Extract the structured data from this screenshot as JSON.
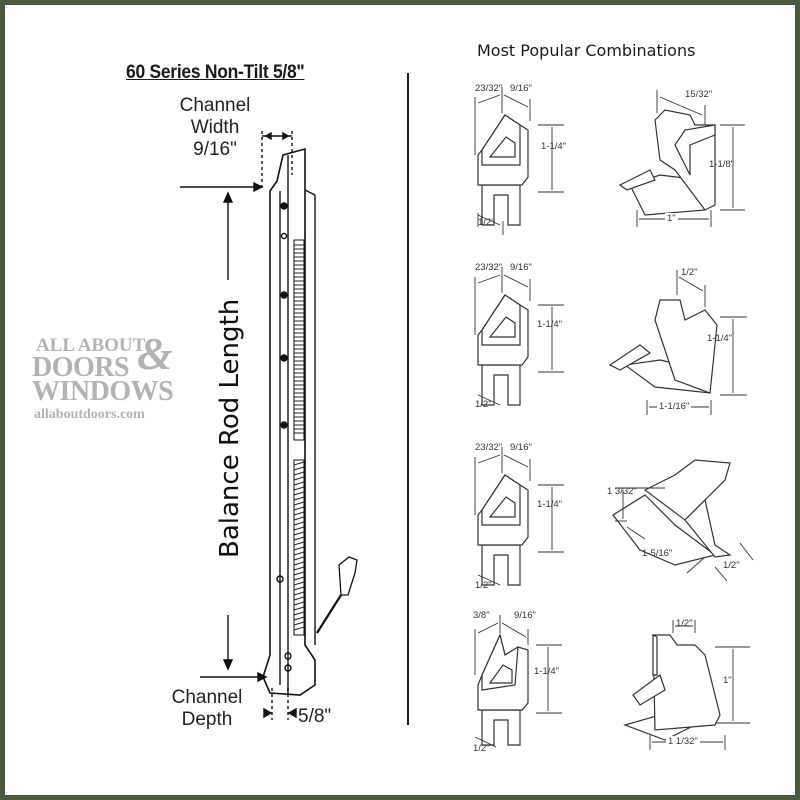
{
  "header": {
    "title": "60 Series Non-Tilt 5/8\"",
    "combinations_title": "Most Popular Combinations"
  },
  "balance_diagram": {
    "channel_width_label_line1": "Channel",
    "channel_width_label_line2": "Width",
    "channel_width_value": "9/16\"",
    "rod_length_label": "Balance Rod Length",
    "channel_depth_label_line1": "Channel",
    "channel_depth_label_line2": "Depth",
    "channel_depth_value": "5/8\""
  },
  "watermark": {
    "line1": "ALL ABOUT",
    "line2": "DOORS",
    "ampersand": "&",
    "line3": "WINDOWS",
    "url": "allaboutdoors.com"
  },
  "combinations": [
    {
      "left_part": {
        "top_left": "23/32\"",
        "top_right": "9/16\"",
        "height": "1-1/4\"",
        "bottom": "1/2\""
      },
      "right_part": {
        "top": "15/32\"",
        "height": "1-1/8\"",
        "width": "1\""
      }
    },
    {
      "left_part": {
        "top_left": "23/32\"",
        "top_right": "9/16\"",
        "height": "1-1/4\"",
        "bottom": "1/2\""
      },
      "right_part": {
        "top": "1/2\"",
        "height": "1-1/4\"",
        "width": "1-1/16\""
      }
    },
    {
      "left_part": {
        "top_left": "23/32\"",
        "top_right": "9/16\"",
        "height": "1-1/4\"",
        "bottom": "1/2\""
      },
      "right_part": {
        "height": "1 3/32\"",
        "length": "1-5/16\"",
        "width": "1/2\""
      }
    },
    {
      "left_part": {
        "top_left": "3/8\"",
        "top_right": "9/16\"",
        "height": "1-1/4\"",
        "bottom": "1/2\""
      },
      "right_part": {
        "top": "1/2\"",
        "height": "1\"",
        "width": "1 1/32\""
      }
    }
  ],
  "colors": {
    "border": "#4b5a3c",
    "background": "#ffffff",
    "watermark": "#b3b3b3",
    "ink": "#1a1a1a"
  }
}
